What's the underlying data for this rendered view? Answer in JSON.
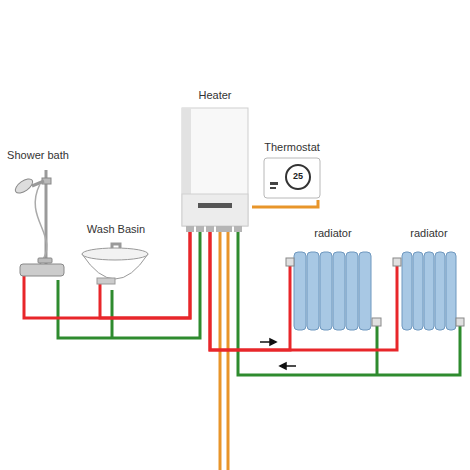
{
  "diagram": {
    "nodes": [
      {
        "text": [
          "Heater"
        ]
      },
      {
        "text": [
          "Thermostat"
        ]
      },
      {
        "text": [
          "Shower bath"
        ]
      },
      {
        "text": [
          "Wash Basin"
        ]
      },
      {
        "text": [
          "radiator"
        ]
      },
      {
        "text": [
          "radiator"
        ]
      }
    ],
    "edges": [
      {
        "from": 0,
        "to": 1,
        "arrow": "none"
      },
      {
        "from": 0,
        "to": 2,
        "arrow": "none"
      },
      {
        "from": 0,
        "to": 3,
        "arrow": "none"
      },
      {
        "from": 0,
        "to": 4,
        "arrow": "none"
      },
      {
        "from": 0,
        "to": 5,
        "arrow": "none"
      }
    ],
    "labels": [
      "25"
    ]
  }
}
